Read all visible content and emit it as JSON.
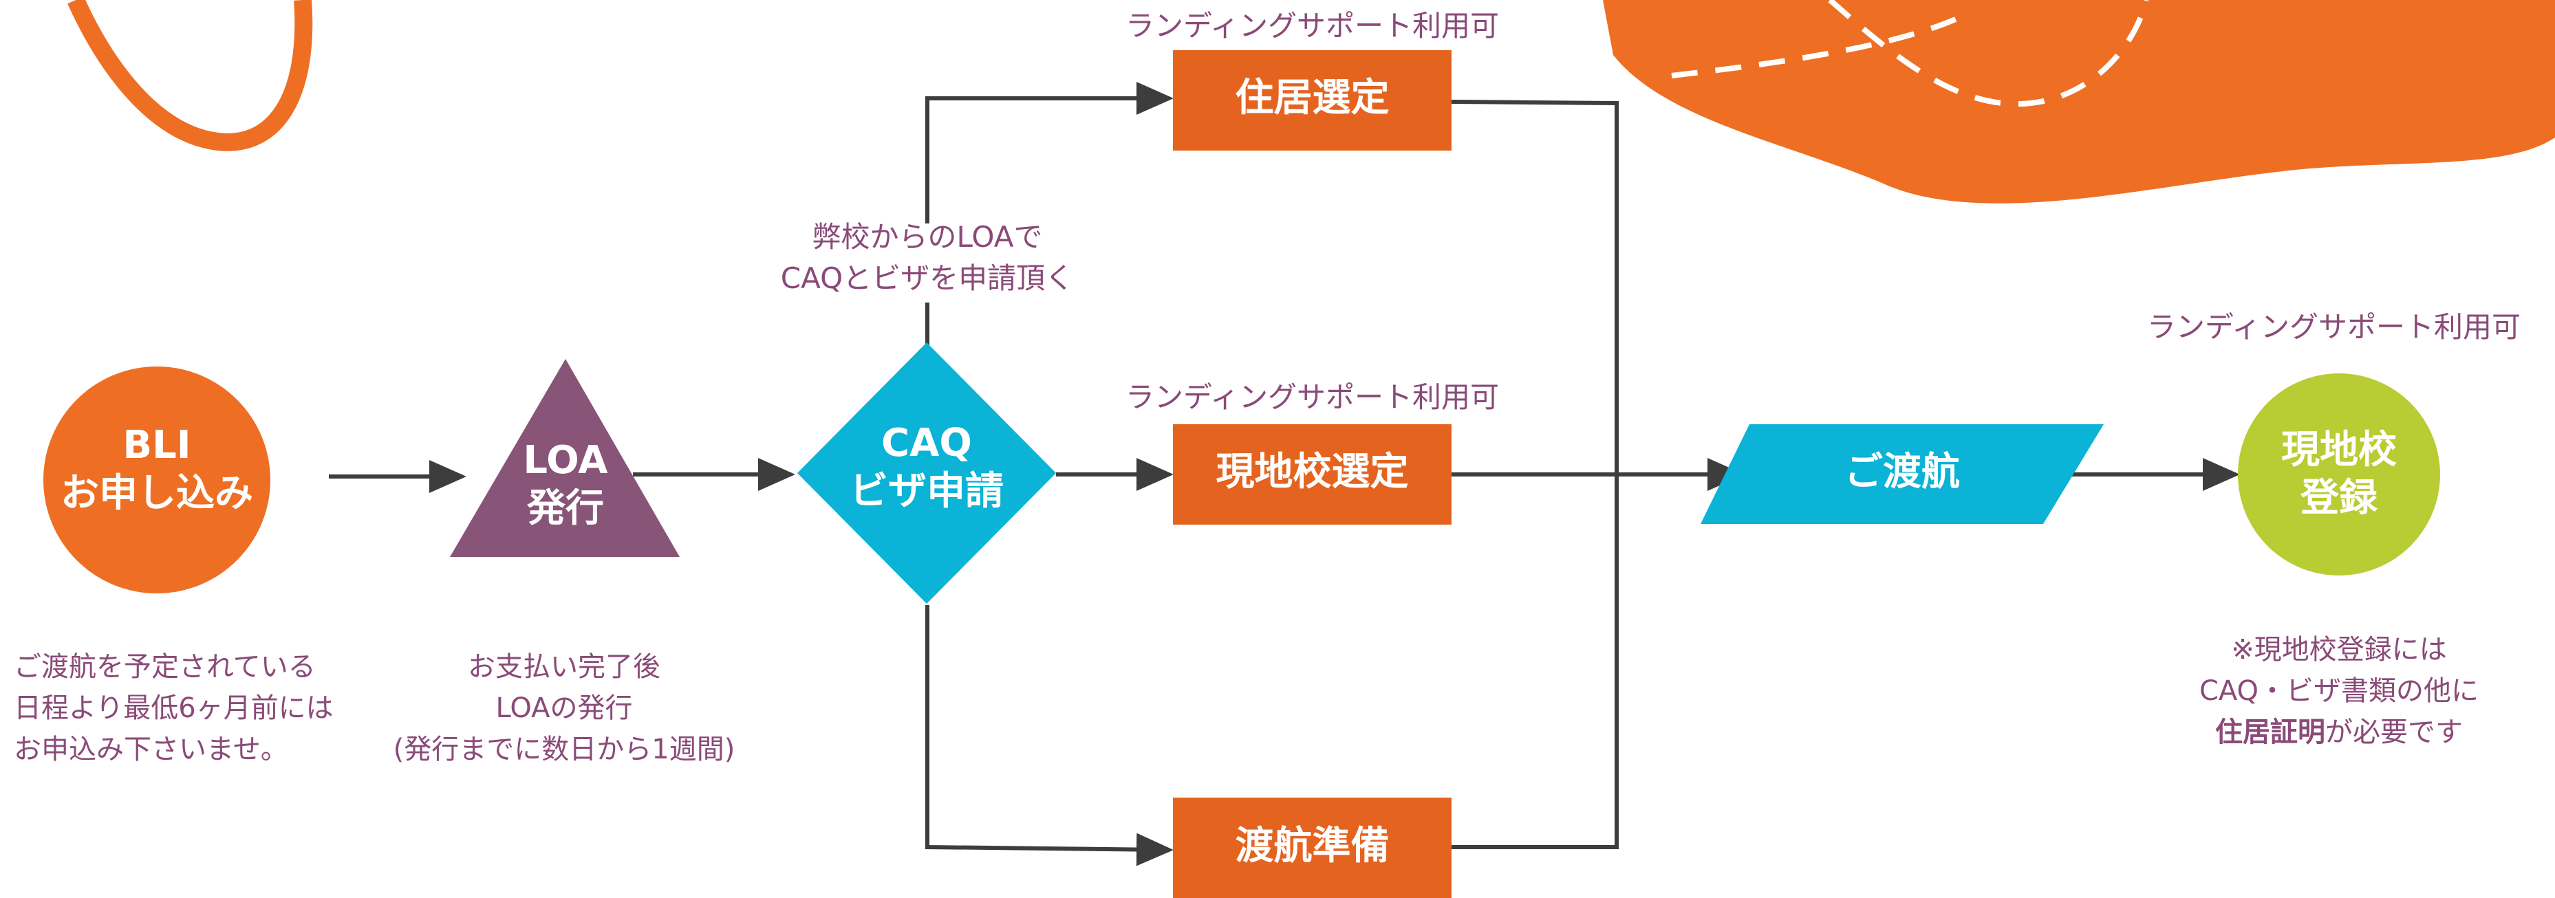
{
  "colors": {
    "orange": "#ee6f24",
    "orange_box": "#e4641f",
    "cyan": "#0bb3d6",
    "purple": "#885478",
    "green": "#b8cc33",
    "text_purple": "#8a4a78",
    "line": "#3d3d3d"
  },
  "nodes": {
    "bli": "BLI\nお申し込み",
    "loa": "LOA\n発行",
    "caq": "CAQ\nビザ申請",
    "housing": "住居選定",
    "local_school": "現地校選定",
    "prep": "渡航準備",
    "departure": "ご渡航",
    "registration": "現地校\n登録"
  },
  "labels": {
    "landing_top": "ランディングサポート利用可",
    "landing_mid": "ランディングサポート利用可",
    "landing_right": "ランディングサポート利用可",
    "caq_note": "弊校からのLOAで\nCAQとビザを申請頂く"
  },
  "notes": {
    "bli": "ご渡航を予定されている\n日程より最低6ヶ月前には\nお申込み下さいませ。",
    "loa": "お支払い完了後\nLOAの発行\n(発行までに数日から1週間)",
    "registration_line1": "※現地校登録には",
    "registration_line2": "CAQ・ビザ書類の他に",
    "registration_bold": "住居証明",
    "registration_tail": "が必要です"
  }
}
